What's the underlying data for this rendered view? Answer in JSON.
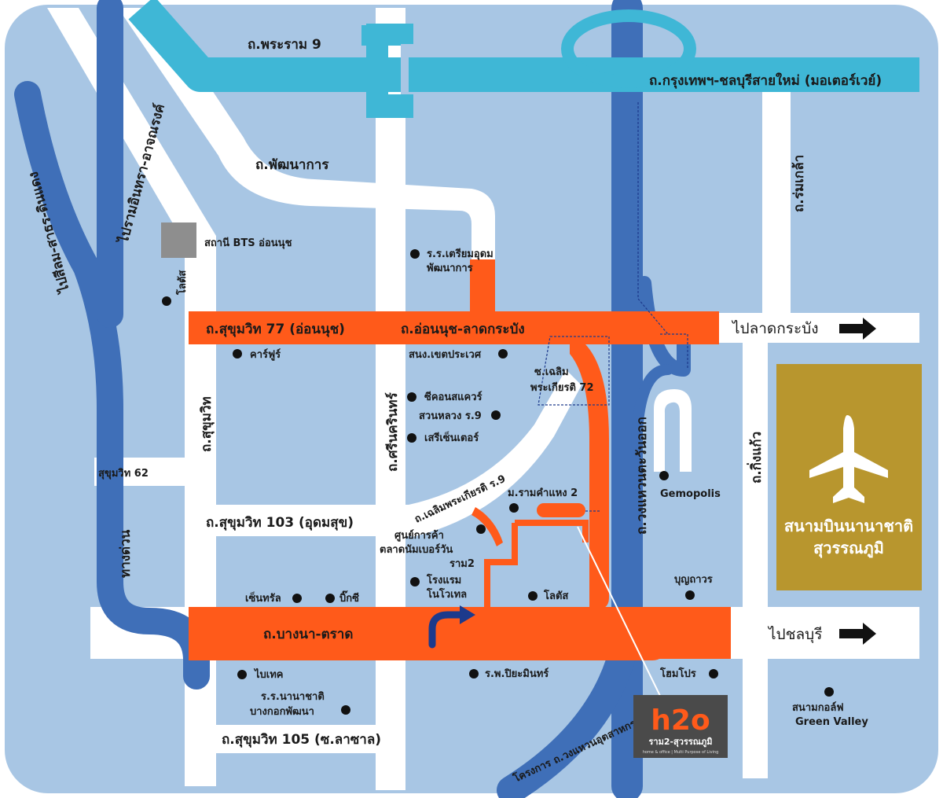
{
  "colors": {
    "background": "#a8c6e4",
    "minor_road": "#ffffff",
    "expressway": "#3f6fb8",
    "motorway": "#3fb7d6",
    "main_route": "#ff5a1a",
    "airport": "#b8962e",
    "poi_dot": "#111111"
  },
  "roads": {
    "rama9": "ถ.พระราม 9",
    "motorway": "ถ.กรุงเทพฯ-ชลบุรีสายใหม่ (มอเตอร์เวย์)",
    "phatthanakan": "ถ.พัฒนาการ",
    "rom_klao": "ถ.ร่มเกล้า",
    "chalong_rat": "ไปรามอินทรา-อาจณรงค์",
    "expressway_left": "ไปสีลม-สาธร-ดินแดง",
    "sukhumvit77": "ถ.สุขุมวิท 77 (อ่อนนุช)",
    "onnut_latkrabang": "ถ.อ่อนนุช-ลาดกระบัง",
    "sukhumvit": "ถ.สุขุมวิท",
    "srinakarin": "ถ.ศรีนครินทร์",
    "sukhumvit62": "สุขุมวิท 62",
    "sukhumvit103": "ถ.สุขุมวิท 103 (อุดมสุข)",
    "chaloem_phrakiat_r9": "ถ.เฉลิมพระเกียรติ ร.9",
    "soi_chaloem_72": [
      "ซ.เฉลิม",
      "พระเกียรติ 72"
    ],
    "outer_ring_east": "ถ.วงแหวนตะวันออก",
    "kingkaew": "ถ.กิ่งแก้ว",
    "expressway": "ทางด่วน",
    "bangna_trat": "ถ.บางนา-ตราด",
    "sukhumvit105": "ถ.สุขุมวิท 105 (ซ.ลาซาล)",
    "outer_ring_project": "โครงการ ถ.วงแหวนอุตสาหกรรม"
  },
  "directions": {
    "to_latkrabang": "ไปลาดกระบัง",
    "to_chonburi": "ไปชลบุรี"
  },
  "pois": {
    "bts_onnut": "สถานี BTS อ่อนนุช",
    "lotus_onnut": "โลตัส",
    "triam_udom": [
      "ร.ร.เตรียมอุดม",
      "พัฒนาการ"
    ],
    "carrefour": "คาร์ฟูร์",
    "district_office": "สนง.เขตประเวศ",
    "seacon": "ซีคอนสแควร์",
    "suan_luang": "สวนหลวง ร.9",
    "paradise": "เสรีเซ็นเตอร์",
    "ramkhamhaeng2": "ม.รามคำแหง 2",
    "market": [
      "ศูนย์การค้า",
      "ตลาดนัมเบอร์วัน",
      "ราม2"
    ],
    "novotel": [
      "โรงแรม",
      "โนโวเทล"
    ],
    "central": "เซ็นทรัล",
    "bigc": "บิ๊กซี",
    "lotus_bangna": "โลตัส",
    "gemopolis": "Gemopolis",
    "boonthavorn": "บุญถาวร",
    "biotech": "ไบเทค",
    "intl_school": [
      "ร.ร.นานาชาติ",
      "บางกอกพัฒนา"
    ],
    "piyamin": "ร.พ.ปิยะมินทร์",
    "homepro": "โฮมโปร",
    "golf": [
      "สนามกอล์ฟ",
      "Green Valley"
    ]
  },
  "airport": {
    "name": [
      "สนามบินนานาชาติ",
      "สุวรรณภูมิ"
    ],
    "icon": "airplane-icon"
  },
  "logo": {
    "brand": "h2o",
    "subtitle": "ราม2-สุวรรณภูมิ",
    "tagline": "home & office | Multi Purpose of Living"
  }
}
